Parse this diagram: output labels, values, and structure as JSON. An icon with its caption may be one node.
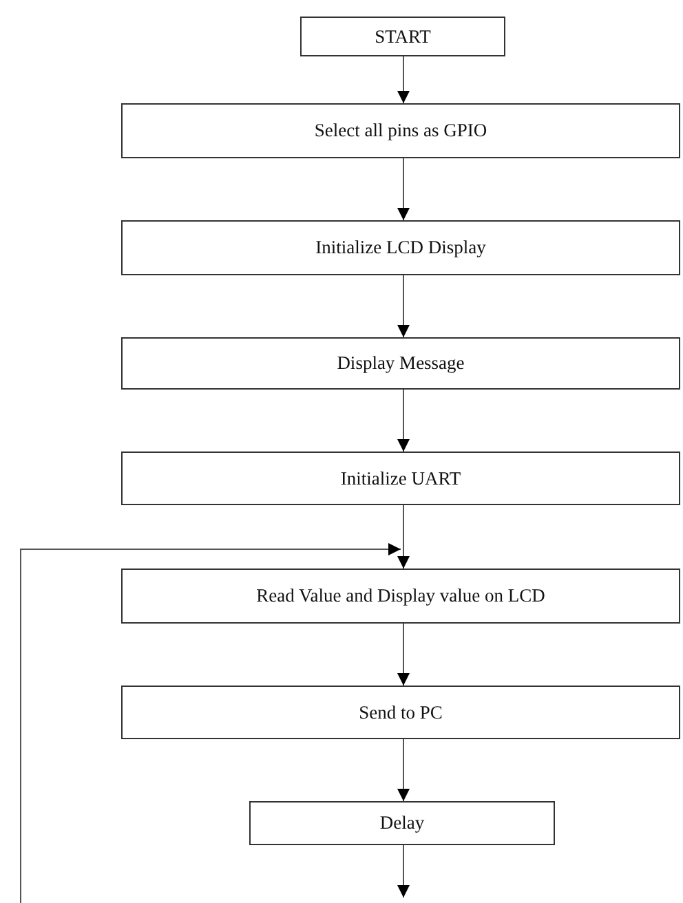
{
  "diagram": {
    "nodes": [
      {
        "text": [
          "START"
        ]
      },
      {
        "text": [
          "Select all pins as GPIO"
        ]
      },
      {
        "text": [
          "Initialize LCD Display"
        ]
      },
      {
        "text": [
          "Display Message"
        ]
      },
      {
        "text": [
          "Initialize UART"
        ]
      },
      {
        "text": [
          "Read Value and Display value on LCD"
        ]
      },
      {
        "text": [
          "Send to PC"
        ]
      },
      {
        "text": [
          "Delay"
        ]
      }
    ],
    "edges": [
      {
        "from": 0,
        "to": 1,
        "arrow": "to"
      },
      {
        "from": 1,
        "to": 2,
        "arrow": "to"
      },
      {
        "from": 2,
        "to": 3,
        "arrow": "to"
      },
      {
        "from": 3,
        "to": 4,
        "arrow": "to"
      },
      {
        "from": 4,
        "to": 5,
        "arrow": "to"
      },
      {
        "from": 5,
        "to": 6,
        "arrow": "to"
      },
      {
        "from": 6,
        "to": 7,
        "arrow": "to"
      },
      {
        "from": 7,
        "to": null,
        "arrow": "to"
      },
      {
        "from": null,
        "to": 5,
        "arrow": "to"
      }
    ]
  }
}
